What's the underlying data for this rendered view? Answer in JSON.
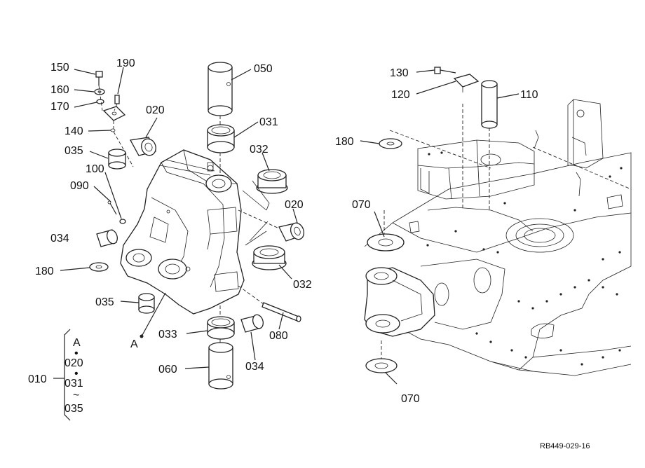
{
  "diagram": {
    "code": "RB449-029-16",
    "callouts": {
      "c150": "150",
      "c190": "190",
      "c160": "160",
      "c170": "170",
      "c140": "140",
      "c020a": "020",
      "c035a": "035",
      "c100": "100",
      "c090": "090",
      "c034a": "034",
      "c180a": "180",
      "c035b": "035",
      "c050": "050",
      "c031": "031",
      "c032a": "032",
      "c020b": "020",
      "c032b": "032",
      "c033": "033",
      "c080": "080",
      "c034b": "034",
      "c060": "060",
      "cA": "A",
      "c130": "130",
      "c120": "120",
      "c110": "110",
      "c180b": "180",
      "c070a": "070",
      "c070b": "070"
    },
    "legend": {
      "main": "010",
      "items": [
        "A",
        "020",
        "031",
        "035"
      ],
      "separators": [
        "•",
        "•",
        "~"
      ]
    }
  }
}
